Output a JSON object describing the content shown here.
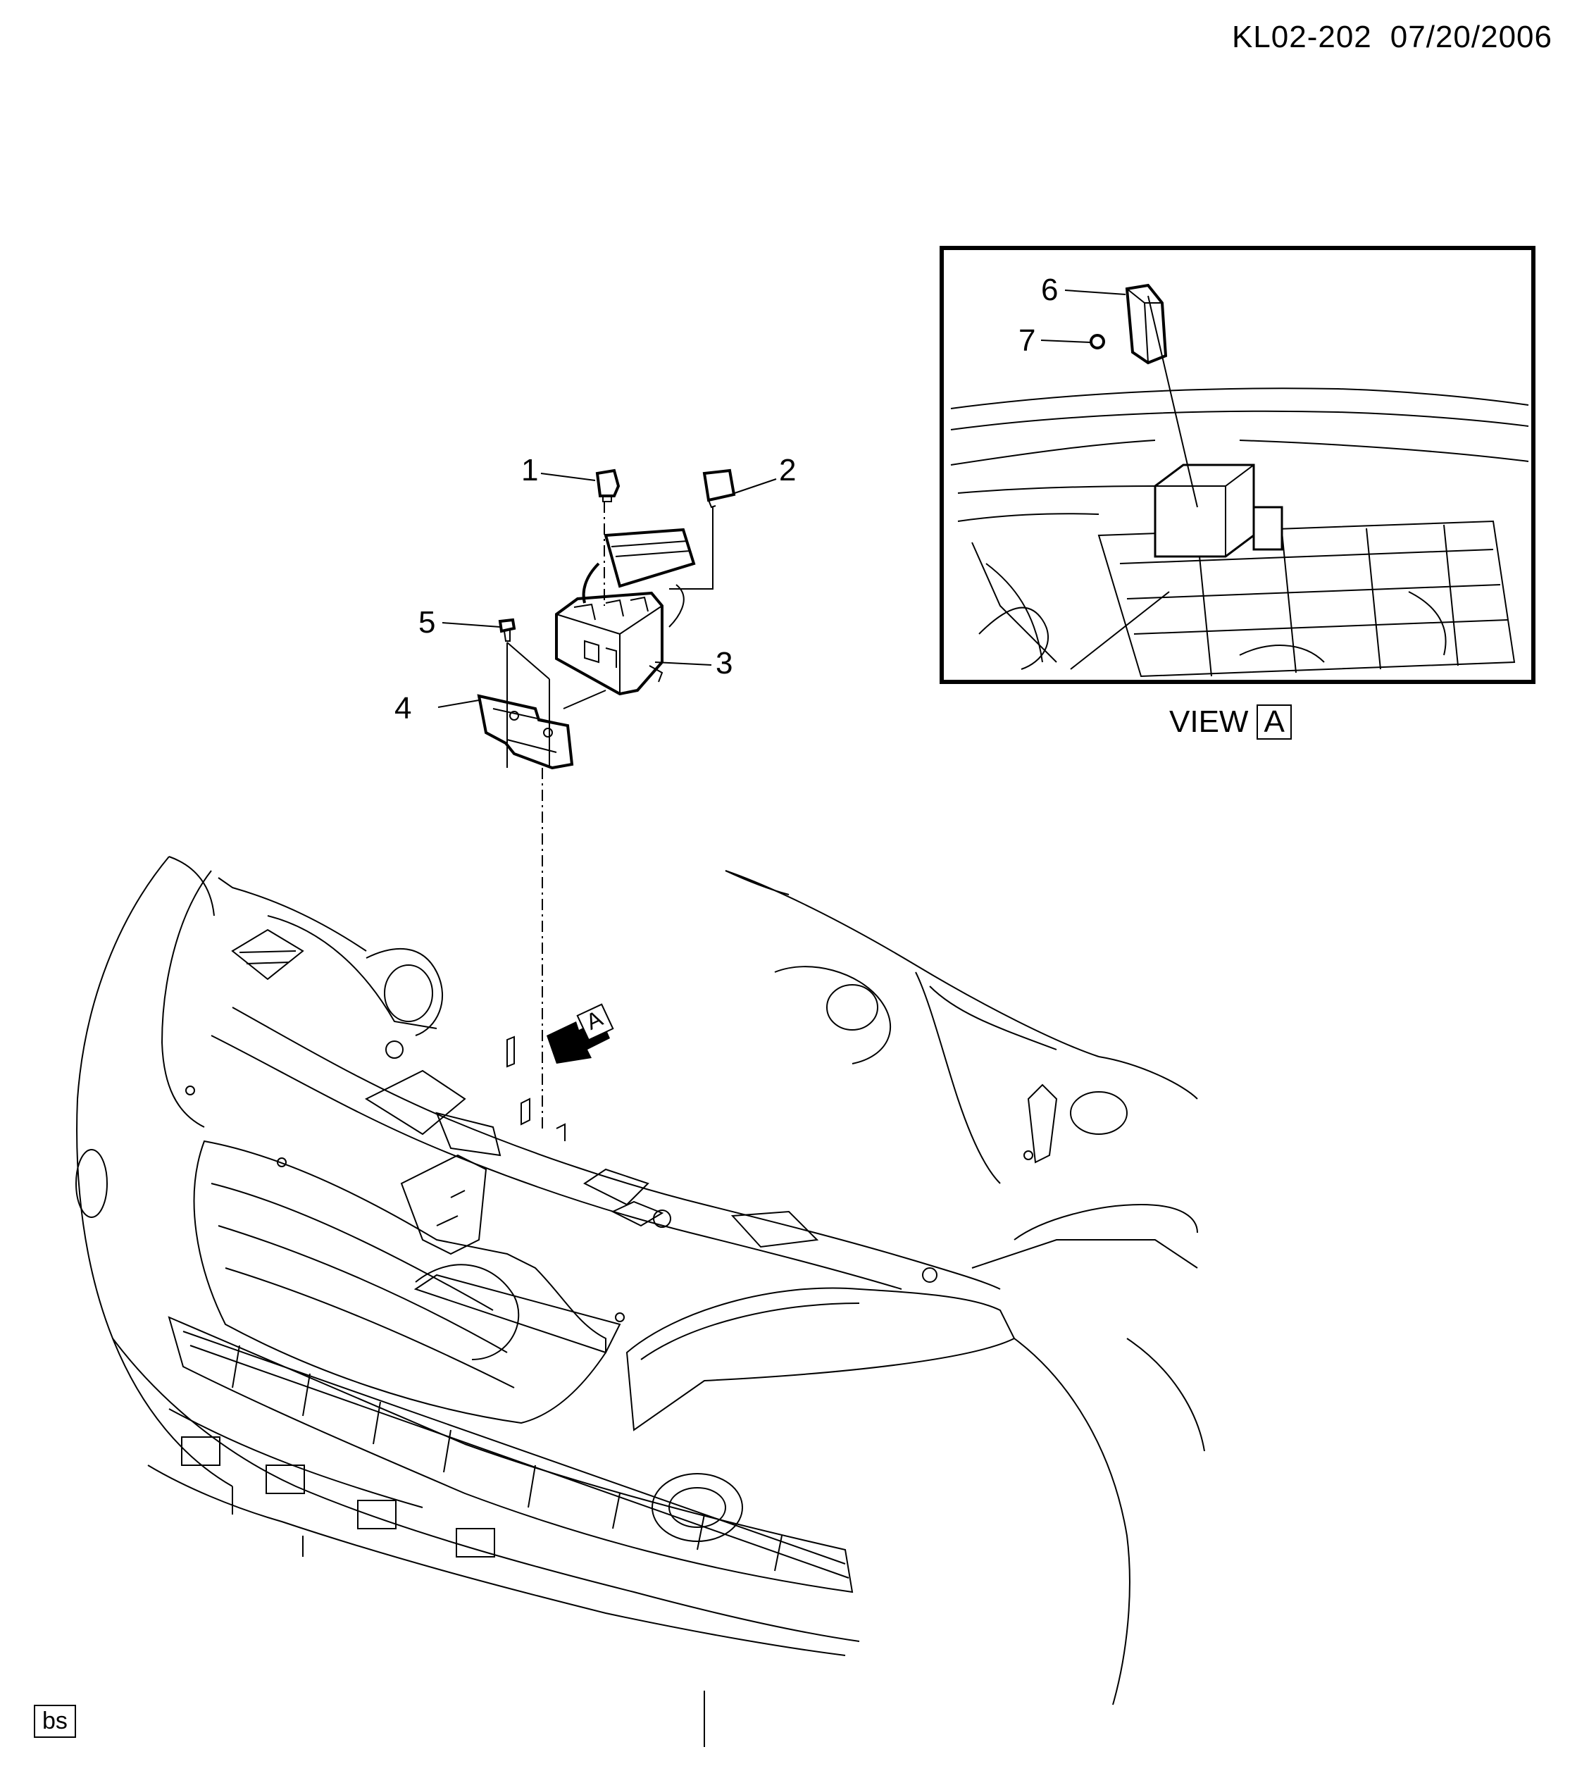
{
  "header": {
    "code": "KL02-202",
    "date": "07/20/2006"
  },
  "callouts": [
    {
      "id": "1",
      "label": "1"
    },
    {
      "id": "2",
      "label": "2"
    },
    {
      "id": "3",
      "label": "3"
    },
    {
      "id": "4",
      "label": "4"
    },
    {
      "id": "5",
      "label": "5"
    },
    {
      "id": "6",
      "label": "6"
    },
    {
      "id": "7",
      "label": "7"
    }
  ],
  "view": {
    "label": "VIEW",
    "letter": "A"
  },
  "arrow_tag": "A",
  "footer_tag": "bs"
}
